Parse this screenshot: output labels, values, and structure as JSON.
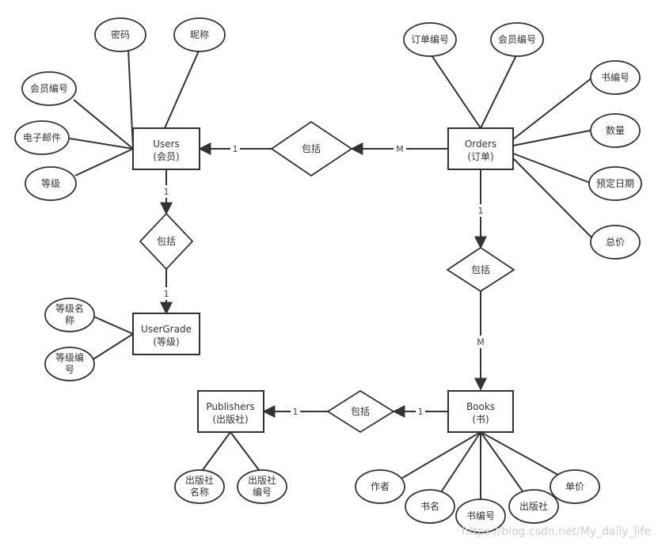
{
  "entities": {
    "users": {
      "lines": [
        "Users",
        "(会员)"
      ]
    },
    "orders": {
      "lines": [
        "Orders",
        "(订单)"
      ]
    },
    "usergrade": {
      "lines": [
        "UserGrade",
        "(等级)"
      ]
    },
    "books": {
      "lines": [
        "Books",
        "(书)"
      ]
    },
    "publishers": {
      "lines": [
        "Publishers",
        "(出版社)"
      ]
    }
  },
  "relationships": {
    "users_orders": {
      "label": "包括"
    },
    "users_grade": {
      "label": "包括"
    },
    "orders_books": {
      "label": "包括"
    },
    "books_publishers": {
      "label": "包括"
    }
  },
  "attributes": {
    "user_password": {
      "lines": [
        "密码"
      ]
    },
    "user_nickname": {
      "lines": [
        "昵称"
      ]
    },
    "user_member_id": {
      "lines": [
        "会员编号"
      ]
    },
    "user_email": {
      "lines": [
        "电子邮件"
      ]
    },
    "user_level": {
      "lines": [
        "等级"
      ]
    },
    "order_id": {
      "lines": [
        "订单编号"
      ]
    },
    "order_member_id": {
      "lines": [
        "会员编号"
      ]
    },
    "order_book_id": {
      "lines": [
        "书编号"
      ]
    },
    "order_quantity": {
      "lines": [
        "数量"
      ]
    },
    "order_date": {
      "lines": [
        "预定日期"
      ]
    },
    "order_total": {
      "lines": [
        "总价"
      ]
    },
    "grade_name": {
      "lines": [
        "等级名",
        "称"
      ]
    },
    "grade_id": {
      "lines": [
        "等级编",
        "号"
      ]
    },
    "publisher_name": {
      "lines": [
        "出版社",
        "名称"
      ]
    },
    "publisher_id": {
      "lines": [
        "出版社",
        "编号"
      ]
    },
    "book_author": {
      "lines": [
        "作者"
      ]
    },
    "book_title": {
      "lines": [
        "书名"
      ]
    },
    "book_id": {
      "lines": [
        "书编号"
      ]
    },
    "book_publisher": {
      "lines": [
        "出版社"
      ]
    },
    "book_price": {
      "lines": [
        "单价"
      ]
    }
  },
  "cardinalities": {
    "users_orders_users_side": "1",
    "users_orders_orders_side": "M",
    "users_grade_users_side": "1",
    "users_grade_grade_side": "1",
    "orders_books_orders_side": "1",
    "orders_books_books_side": "M",
    "books_publishers_books_side": "1",
    "books_publishers_publishers_side": "1"
  },
  "watermark": "https://blog.csdn.net/My_daily_life",
  "colors": {
    "stroke": "#333333",
    "fill": "#ffffff",
    "watermark": "#cfcfcf"
  }
}
